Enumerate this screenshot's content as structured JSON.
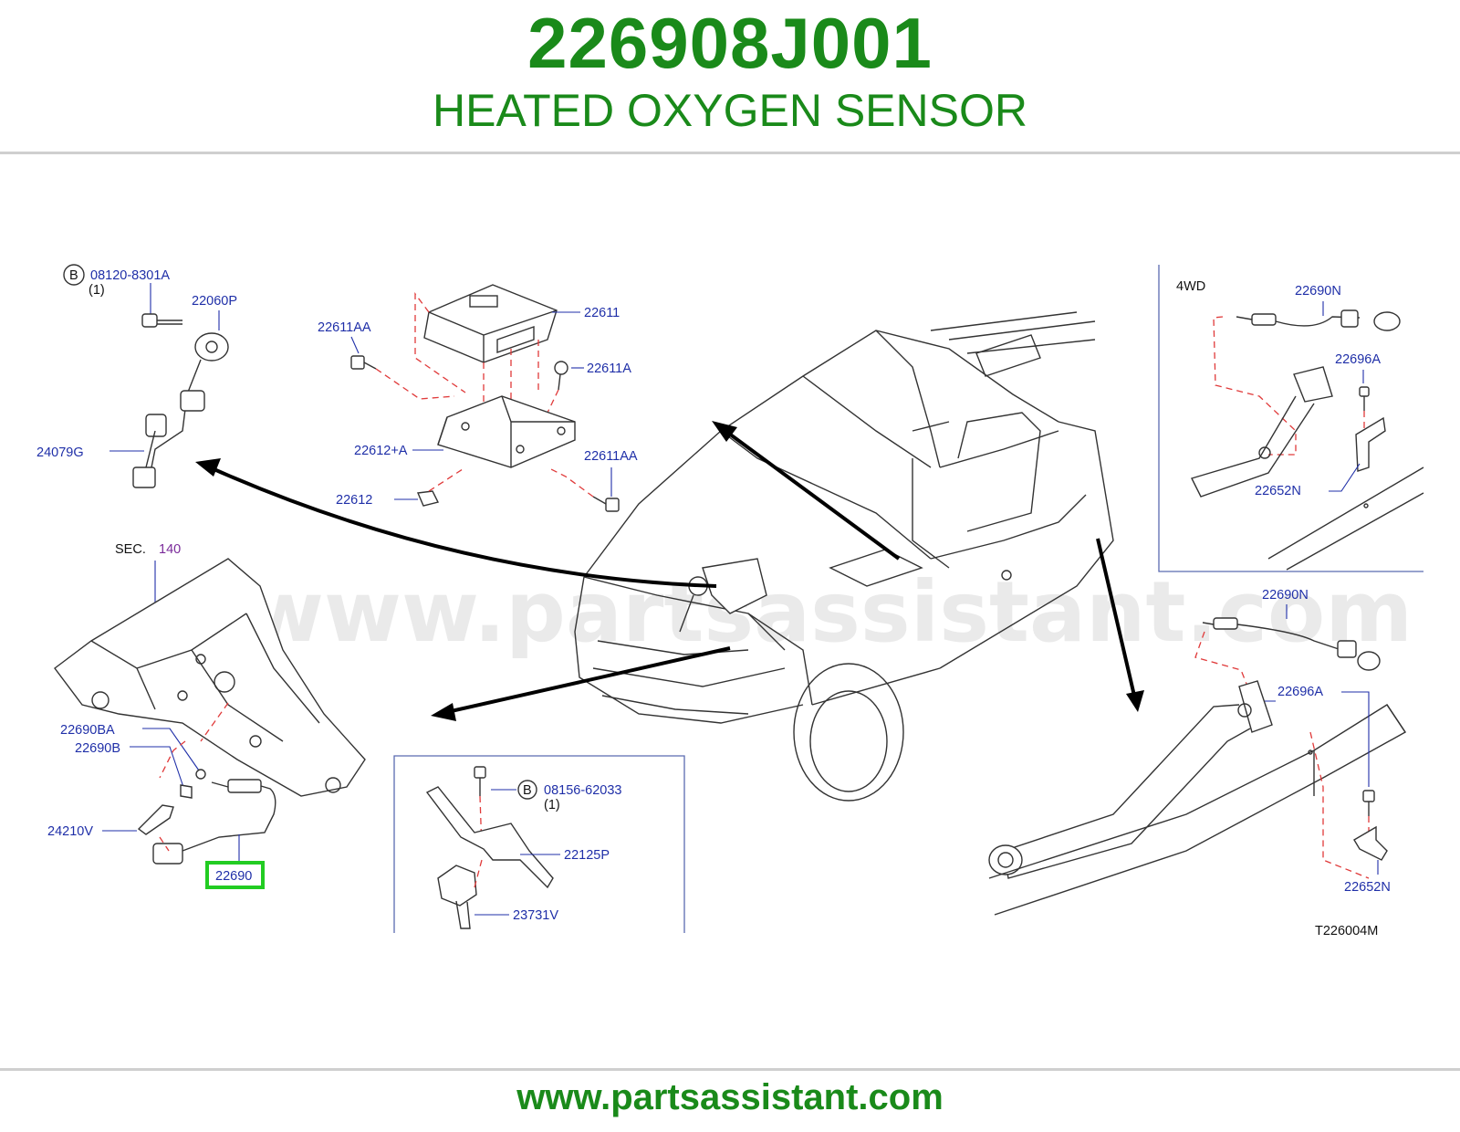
{
  "header": {
    "part_number": "226908J001",
    "part_name": "HEATED OXYGEN SENSOR"
  },
  "footer": {
    "url": "www.partsassistant.com"
  },
  "diagram": {
    "watermark": "www.partsassistant.com",
    "drawing_code": "T226004M",
    "highlighted_part": "22690",
    "labels": {
      "bolt_a": "08120-8301A",
      "bolt_a_qty": "(1)",
      "bolt_b": "08156-62033",
      "bolt_b_qty": "(1)",
      "circle_b": "B",
      "p22060p": "22060P",
      "p24079g": "24079G",
      "p22611aa_top": "22611AA",
      "p22611": "22611",
      "p22611a": "22611A",
      "p22612a": "22612+A",
      "p22611aa_bottom": "22611AA",
      "p22612": "22612",
      "sec_prefix": "SEC.",
      "sec_number": "140",
      "p22690ba": "22690BA",
      "p22690b": "22690B",
      "p24210v": "24210V",
      "p22125p": "22125P",
      "p23731v": "23731V",
      "fwd_title": "4WD",
      "p22690n_top": "22690N",
      "p22696a_top": "22696A",
      "p22652n_top": "22652N",
      "p22690n_bottom": "22690N",
      "p22696a_bottom": "22696A",
      "p22652n_bottom": "22652N"
    }
  }
}
